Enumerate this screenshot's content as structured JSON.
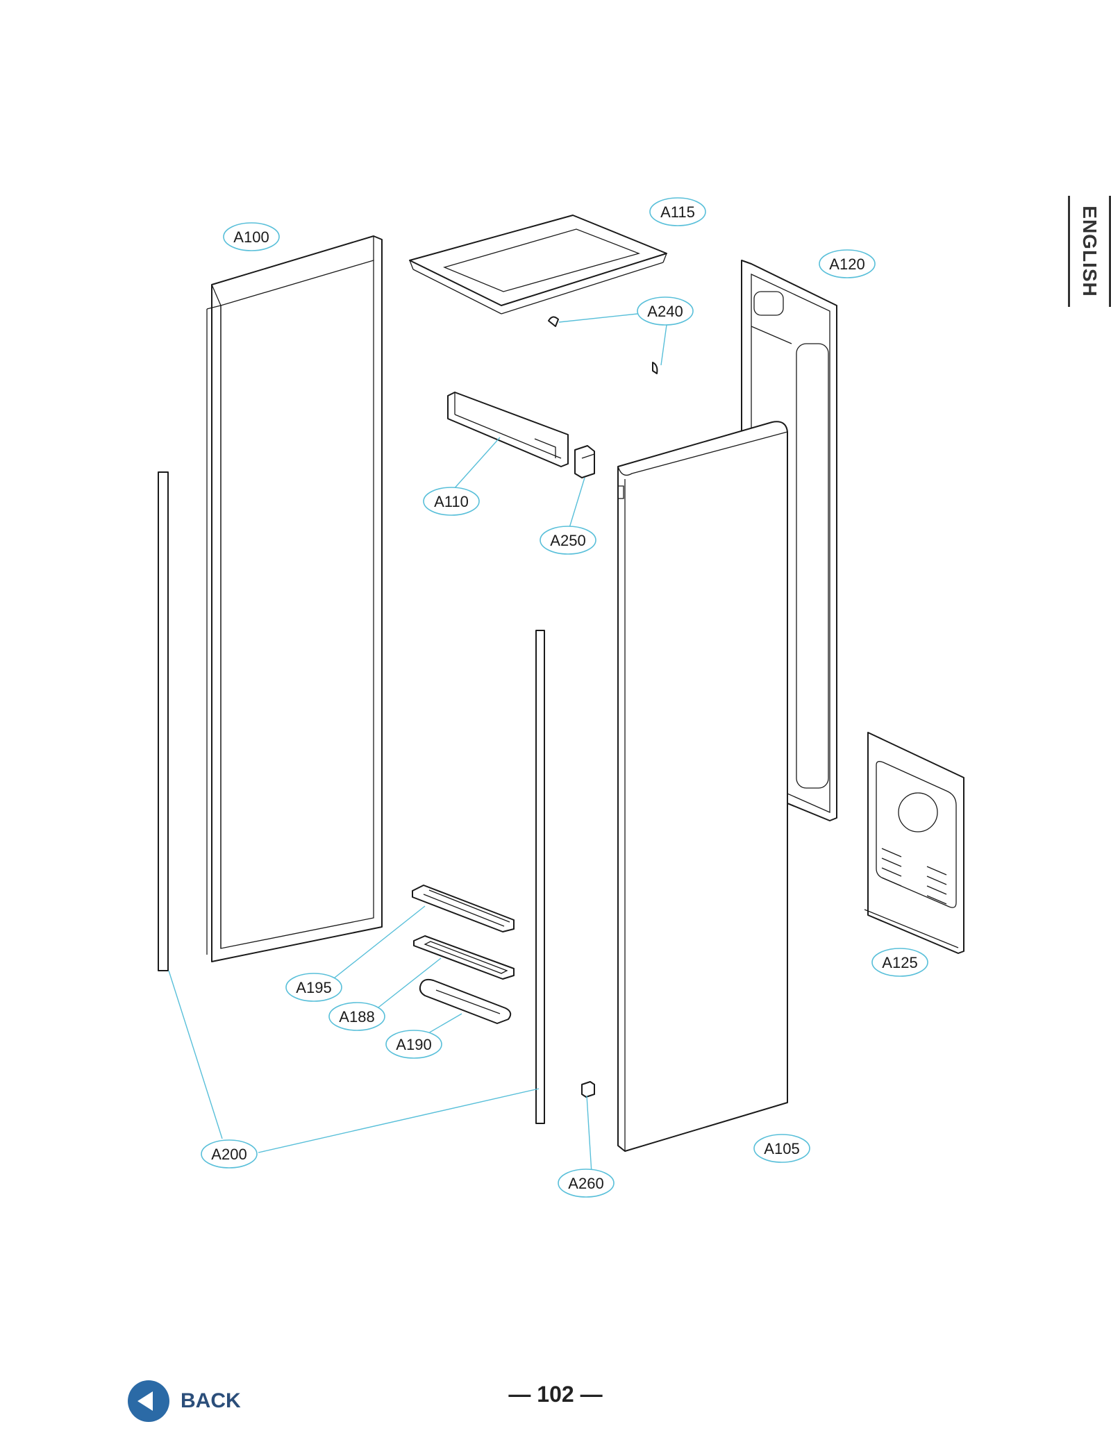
{
  "language_tab": "ENGLISH",
  "back_label": "BACK",
  "page_number": "— 102 —",
  "callouts": {
    "a100": "A100",
    "a115": "A115",
    "a120": "A120",
    "a240": "A240",
    "a110": "A110",
    "a250": "A250",
    "a195": "A195",
    "a188": "A188",
    "a190": "A190",
    "a125": "A125",
    "a200": "A200",
    "a105": "A105",
    "a260": "A260"
  },
  "colors": {
    "leader": "#58bfd9",
    "back_button": "#2b6aa6"
  }
}
